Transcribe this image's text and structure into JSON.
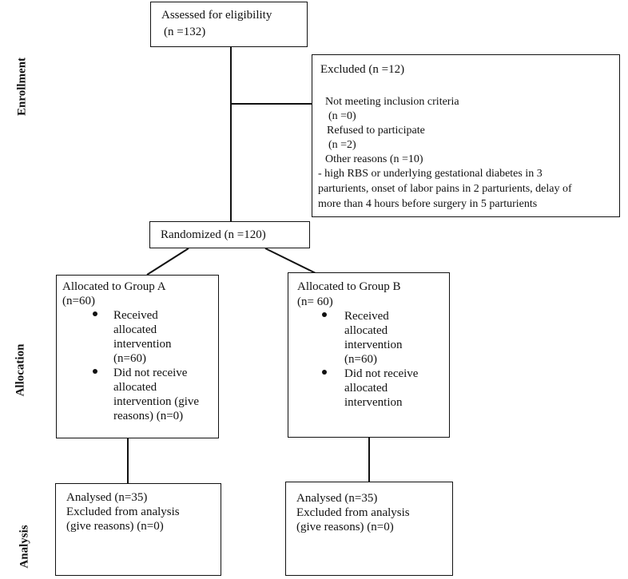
{
  "side_labels": {
    "enrollment": "Enrollment",
    "allocation": "Allocation",
    "analysis": "Analysis"
  },
  "assessed": {
    "line1": "Assessed for eligibility",
    "line2": "(n =132)"
  },
  "excluded": {
    "title": "Excluded (n =12)",
    "l1": "Not meeting inclusion criteria",
    "l2": "(n =0)",
    "l3": "Refused to participate",
    "l4": "(n =2)",
    "l5": "Other reasons (n =10)",
    "l6": "- high RBS or underlying gestational diabetes in 3",
    "l7": "parturients, onset of labor pains in 2 parturients, delay of",
    "l8": "more than 4 hours before surgery in 5 parturients"
  },
  "randomized": "Randomized (n =120)",
  "group_a": {
    "title": "Allocated to Group A",
    "n": "(n=60)",
    "b1_l1": "Received",
    "b1_l2": "allocated",
    "b1_l3": "intervention",
    "b1_l4": "(n=60)",
    "b2_l1": "Did not receive",
    "b2_l2": "allocated",
    "b2_l3": "intervention (give",
    "b2_l4": "reasons) (n=0)"
  },
  "group_b": {
    "title": "Allocated to Group B",
    "n": "(n= 60)",
    "b1_l1": "Received",
    "b1_l2": "allocated",
    "b1_l3": "intervention",
    "b1_l4": "(n=60)",
    "b2_l1": "Did not receive",
    "b2_l2": "allocated",
    "b2_l3": "intervention"
  },
  "analysis_a": {
    "l1": "Analysed (n=35)",
    "l2": "Excluded from analysis",
    "l3": "(give reasons) (n=0)"
  },
  "analysis_b": {
    "l1": "Analysed (n=35)",
    "l2": "Excluded from analysis",
    "l3": "(give reasons) (n=0)"
  }
}
